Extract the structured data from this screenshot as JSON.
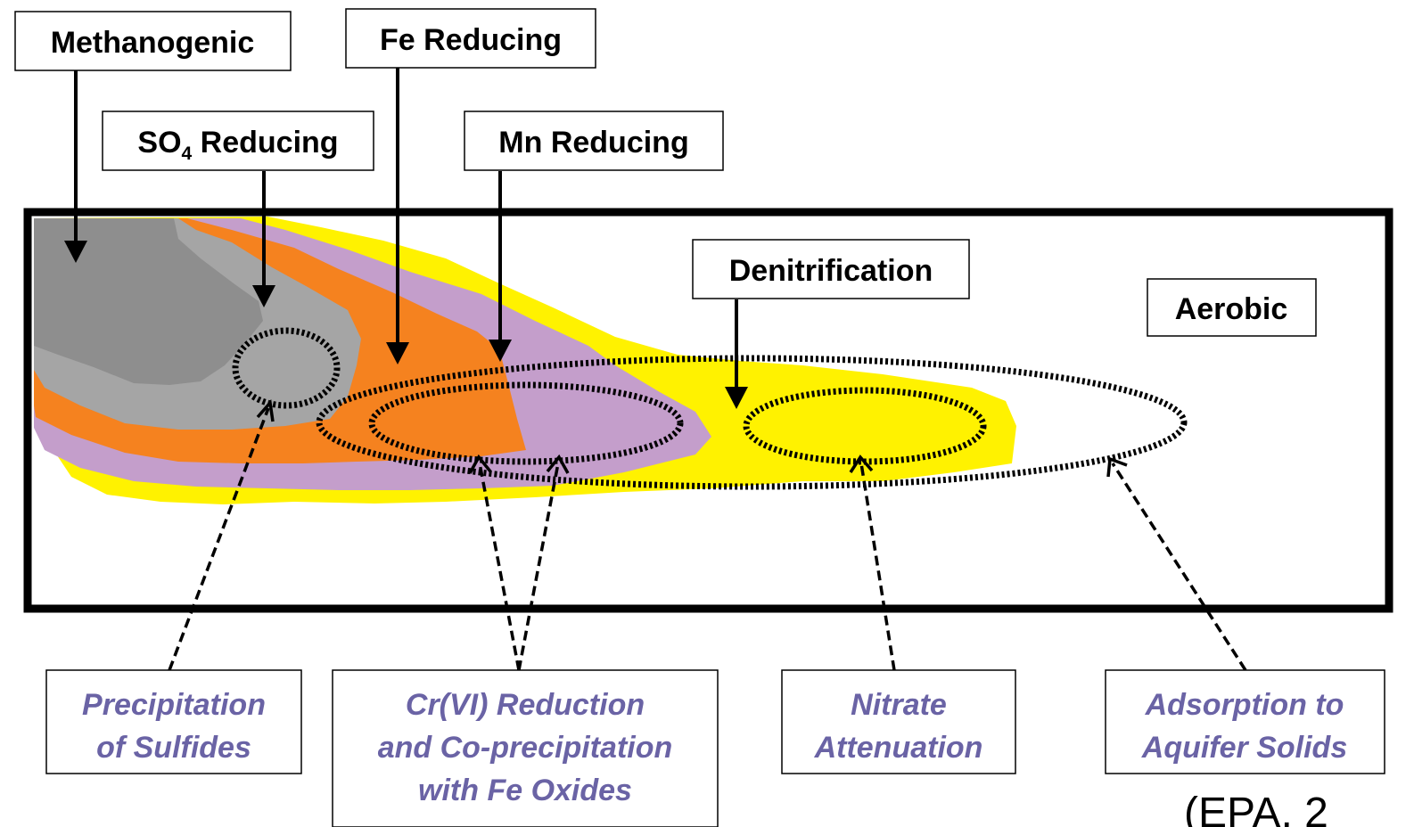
{
  "zones": {
    "methanogenic": "Methanogenic",
    "fe_reducing": "Fe Reducing",
    "so4_reducing_prefix": "SO",
    "so4_reducing_sub": "4",
    "so4_reducing_suffix": " Reducing",
    "mn_reducing": "Mn Reducing",
    "denitrification": "Denitrification",
    "aerobic": "Aerobic"
  },
  "processes": {
    "sulfides": [
      "Precipitation",
      "of Sulfides"
    ],
    "cr_reduction": [
      "Cr(VI) Reduction",
      "and Co-precipitation",
      "with Fe Oxides"
    ],
    "nitrate": [
      "Nitrate",
      "Attenuation"
    ],
    "adsorption": [
      "Adsorption to",
      "Aquifer Solids"
    ]
  },
  "citation": "(EPA, 2",
  "colors": {
    "methanogenic_dark": "#8e8e8e",
    "so4_light": "#a5a5a5",
    "fe_orange": "#f5821f",
    "mn_purple": "#c49ecb",
    "denitrification_yellow": "#fff200",
    "process_text": "#6a63a5"
  }
}
